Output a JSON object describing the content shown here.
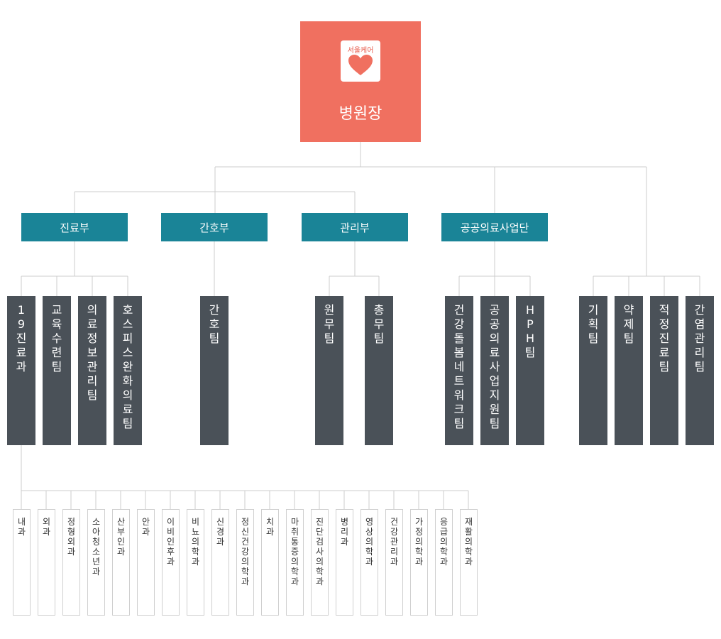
{
  "director": {
    "logo_text": "서울케어",
    "title": "병원장"
  },
  "departments": [
    {
      "id": "d1",
      "label": "진료부"
    },
    {
      "id": "d2",
      "label": "간호부"
    },
    {
      "id": "d3",
      "label": "관리부"
    },
    {
      "id": "d4",
      "label": "공공의료사업단"
    }
  ],
  "teams": [
    {
      "id": "t1",
      "label": "19진료과"
    },
    {
      "id": "t2",
      "label": "교육수련팀"
    },
    {
      "id": "t3",
      "label": "의료정보관리팀"
    },
    {
      "id": "t4",
      "label": "호스피스완화의료팀"
    },
    {
      "id": "t5",
      "label": "간호팀"
    },
    {
      "id": "t6",
      "label": "원무팀"
    },
    {
      "id": "t7",
      "label": "총무팀"
    },
    {
      "id": "t8",
      "label": "건강돌봄네트워크팀"
    },
    {
      "id": "t9",
      "label": "공공의료사업지원팀"
    },
    {
      "id": "t10",
      "label": "HPH팀"
    },
    {
      "id": "t11",
      "label": "기획팀"
    },
    {
      "id": "t12",
      "label": "약제팀"
    },
    {
      "id": "t13",
      "label": "적정진료팀"
    },
    {
      "id": "t14",
      "label": "간염관리팀"
    }
  ],
  "clinics": [
    "내과",
    "외과",
    "정형외과",
    "소아청소년과",
    "산부인과",
    "안과",
    "이비인후과",
    "비뇨의학과",
    "신경과",
    "정신건강의학과",
    "치과",
    "마취통증의학과",
    "진단검사의학과",
    "병리과",
    "영상의학과",
    "건강관리과",
    "가정의학과",
    "응급의학과",
    "재활의학과"
  ],
  "colors": {
    "director": "#f07060",
    "department": "#1a8497",
    "team": "#4a5158",
    "line": "#cccccc"
  }
}
